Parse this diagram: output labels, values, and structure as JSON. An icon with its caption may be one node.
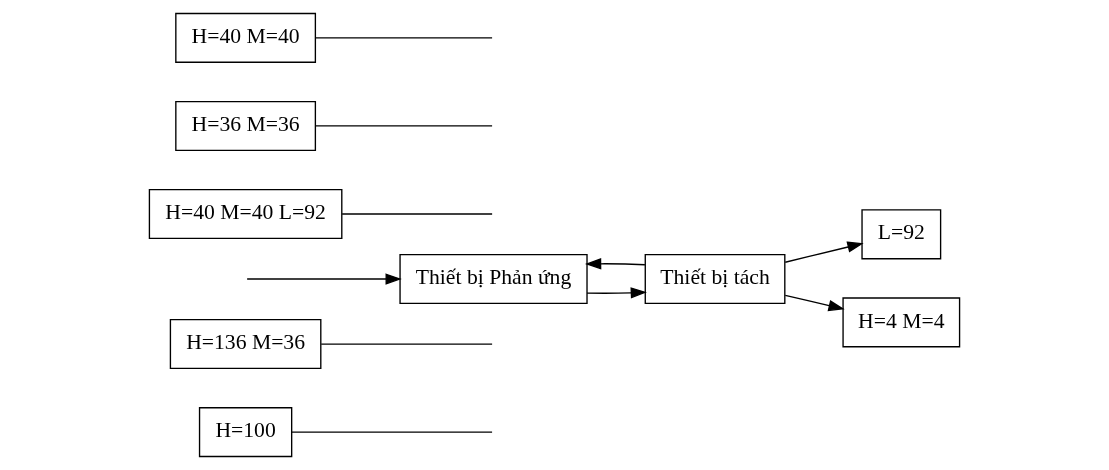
{
  "diagram": {
    "nodes": [
      {
        "text": [
          "H=100"
        ]
      },
      {
        "text": [
          "H=136 M=36"
        ]
      },
      {
        "text": [
          "Thiết bị Phản ứng"
        ]
      },
      {
        "text": [
          "H=40 M=40 L=92"
        ]
      },
      {
        "text": [
          "Thiết bị tách"
        ]
      },
      {
        "text": [
          "L=92"
        ]
      },
      {
        "text": [
          "H=36 M=36"
        ]
      },
      {
        "text": [
          "H=40 M=40"
        ]
      },
      {
        "text": [
          "H=4 M=4"
        ]
      }
    ],
    "edges": [
      {
        "from": null,
        "to": 2,
        "arrow": "to"
      },
      {
        "from": 2,
        "to": 4,
        "arrow": "to"
      },
      {
        "from": 4,
        "to": 5,
        "arrow": "to"
      },
      {
        "from": 4,
        "to": 8,
        "arrow": "to"
      },
      {
        "from": 4,
        "to": 2,
        "arrow": "to"
      },
      {
        "from": 0,
        "to": null,
        "arrow": "none"
      },
      {
        "from": 1,
        "to": null,
        "arrow": "none"
      },
      {
        "from": 3,
        "to": null,
        "arrow": "none"
      },
      {
        "from": 6,
        "to": null,
        "arrow": "none"
      },
      {
        "from": 7,
        "to": null,
        "arrow": "none"
      }
    ]
  }
}
